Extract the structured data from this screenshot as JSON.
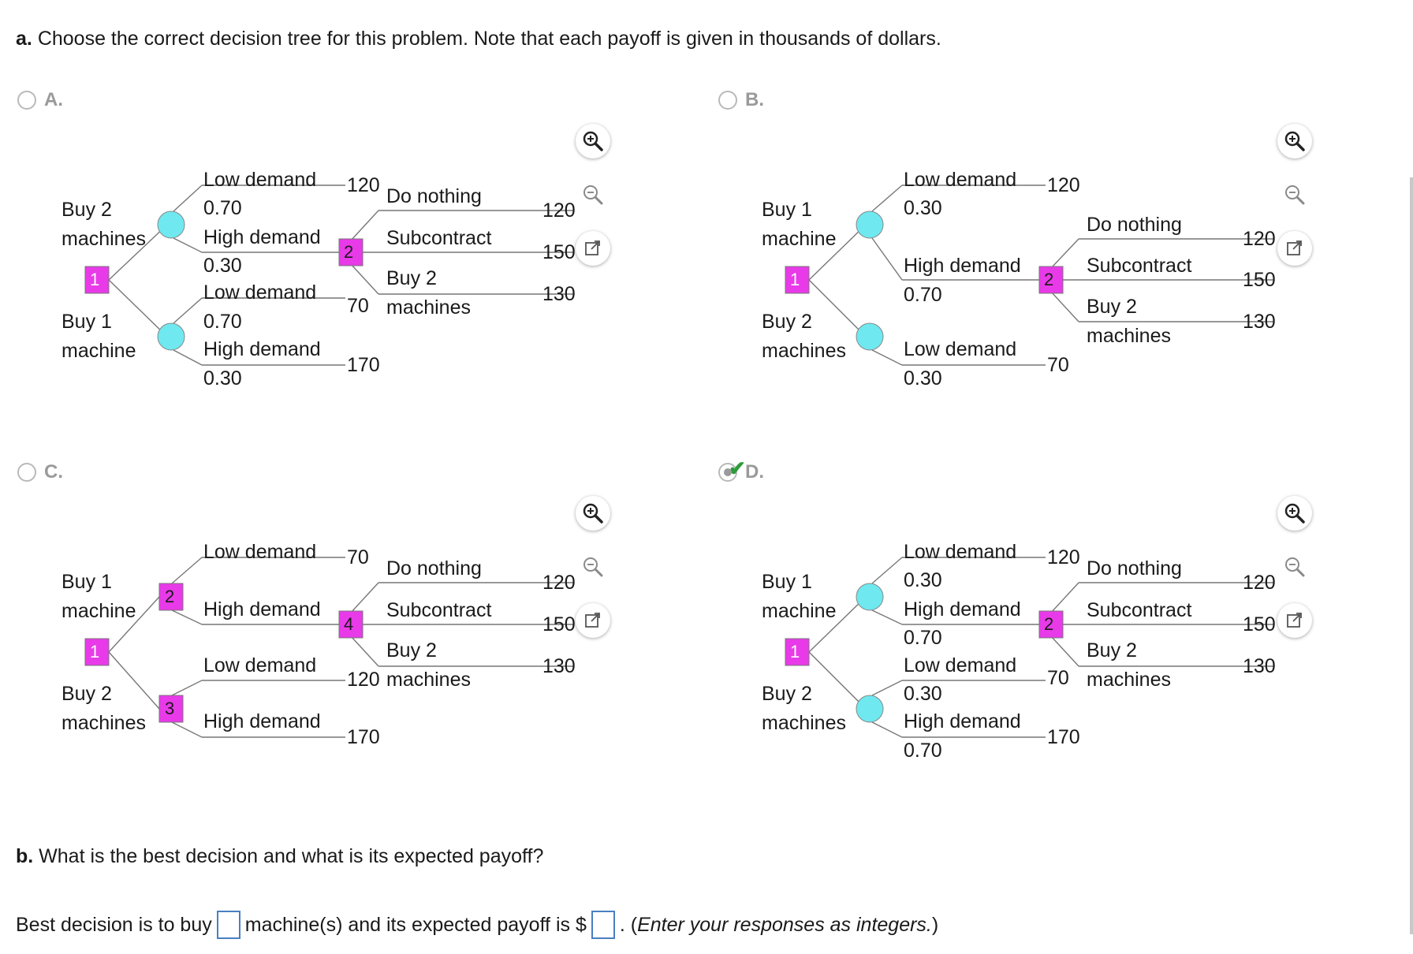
{
  "question_a": {
    "prefix": "a.",
    "text": "Choose the correct decision tree for this problem. Note that each payoff is given in thousands of dollars."
  },
  "question_b": {
    "prefix": "b.",
    "text": "What is the best decision and what is its expected payoff?"
  },
  "answer_line": {
    "before": "Best decision is to buy",
    "middle": "machine(s) and its expected payoff is $",
    "after": ". (",
    "hint": "Enter your responses as integers.",
    "close": ")"
  },
  "options": {
    "A": {
      "label": "A.",
      "selected": false,
      "labels": {
        "top_choice1": "Buy 2",
        "top_choice2": "machines",
        "bot_choice1": "Buy 1",
        "bot_choice2": "machine",
        "n1": "1",
        "n2": "2",
        "u_low": "Low demand",
        "u_low_p": "0.70",
        "u_high": "High demand",
        "u_high_p": "0.30",
        "l_low": "Low demand",
        "l_low_p": "0.70",
        "l_high": "High demand",
        "l_high_p": "0.30",
        "pay_top": "120",
        "pay_mid": "70",
        "pay_bot": "170",
        "do_nothing": "Do nothing",
        "subcontract": "Subcontract",
        "buy2a": "Buy 2",
        "buy2b": "machines",
        "p120": "120",
        "p150": "150",
        "p130": "130"
      }
    },
    "B": {
      "label": "B.",
      "selected": false,
      "labels": {
        "top_choice1": "Buy 1",
        "top_choice2": "machine",
        "bot_choice1": "Buy 2",
        "bot_choice2": "machines",
        "n1": "1",
        "n2": "2",
        "u_low": "Low demand",
        "u_low_p": "0.30",
        "u_high": "High demand",
        "u_high_p": "0.70",
        "l_low": "Low demand",
        "l_low_p": "0.30",
        "pay_top": "120",
        "pay_bot": "70",
        "do_nothing": "Do nothing",
        "subcontract": "Subcontract",
        "buy2a": "Buy 2",
        "buy2b": "machines",
        "p120": "120",
        "p150": "150",
        "p130": "130"
      }
    },
    "C": {
      "label": "C.",
      "selected": false,
      "labels": {
        "top_choice1": "Buy 1",
        "top_choice2": "machine",
        "bot_choice1": "Buy 2",
        "bot_choice2": "machines",
        "n1": "1",
        "n2": "2",
        "n3": "3",
        "n4": "4",
        "u_low": "Low demand",
        "u_high": "High demand",
        "l_low": "Low demand",
        "l_high": "High demand",
        "pay_top": "70",
        "pay_mid": "120",
        "pay_bot": "170",
        "do_nothing": "Do nothing",
        "subcontract": "Subcontract",
        "buy2a": "Buy 2",
        "buy2b": "machines",
        "p120": "120",
        "p150": "150",
        "p130": "130"
      }
    },
    "D": {
      "label": "D.",
      "selected": true,
      "labels": {
        "top_choice1": "Buy 1",
        "top_choice2": "machine",
        "bot_choice1": "Buy 2",
        "bot_choice2": "machines",
        "n1": "1",
        "n2": "2",
        "u_low": "Low demand",
        "u_low_p": "0.30",
        "u_high": "High demand",
        "u_high_p": "0.70",
        "l_low": "Low demand",
        "l_low_p": "0.30",
        "l_high": "High demand",
        "l_high_p": "0.70",
        "pay_top": "120",
        "pay_mid": "70",
        "pay_bot": "170",
        "do_nothing": "Do nothing",
        "subcontract": "Subcontract",
        "buy2a": "Buy 2",
        "buy2b": "machines",
        "p120": "120",
        "p150": "150",
        "p130": "130"
      }
    }
  },
  "icons": {
    "zoom_in": "zoom-in-icon",
    "zoom_out": "zoom-out-icon",
    "popout": "popout-icon",
    "check": "checkmark-icon"
  },
  "colors": {
    "decision_node": "#e83ae8",
    "chance_node": "#6fe8f0",
    "check": "#2e9b3c",
    "answer_box": "#4a7fc1"
  }
}
